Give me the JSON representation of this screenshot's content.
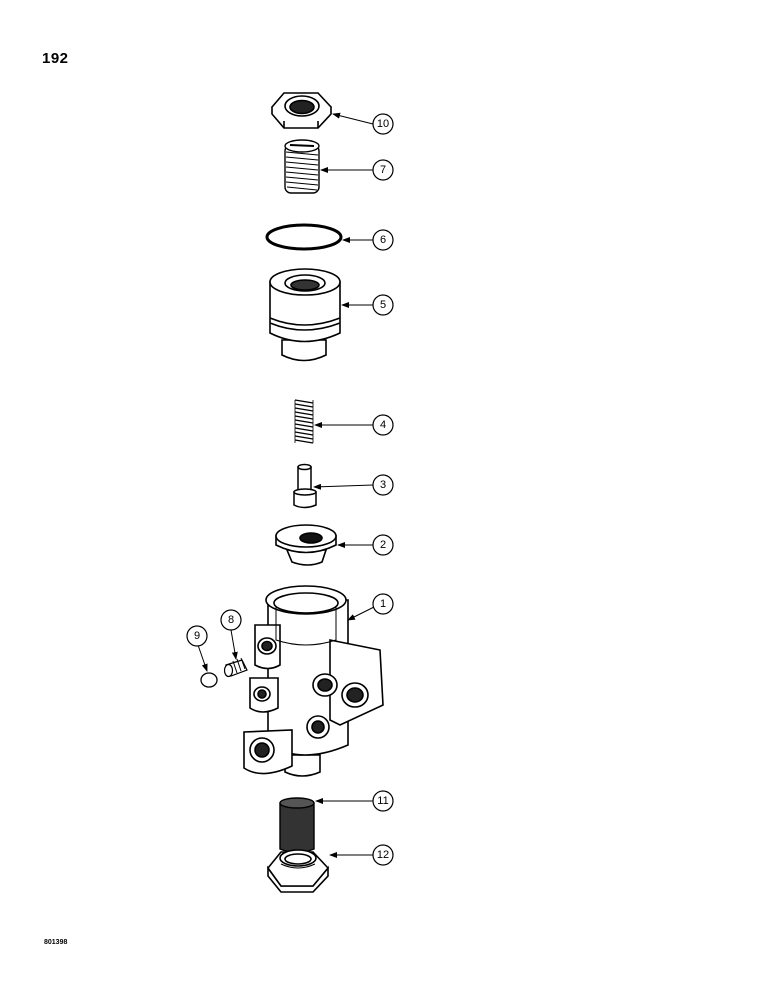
{
  "page_number": "192",
  "drawing_code": "801398",
  "callouts": [
    "10",
    "7",
    "6",
    "5",
    "4",
    "3",
    "2",
    "1",
    "8",
    "9",
    "11",
    "12"
  ]
}
